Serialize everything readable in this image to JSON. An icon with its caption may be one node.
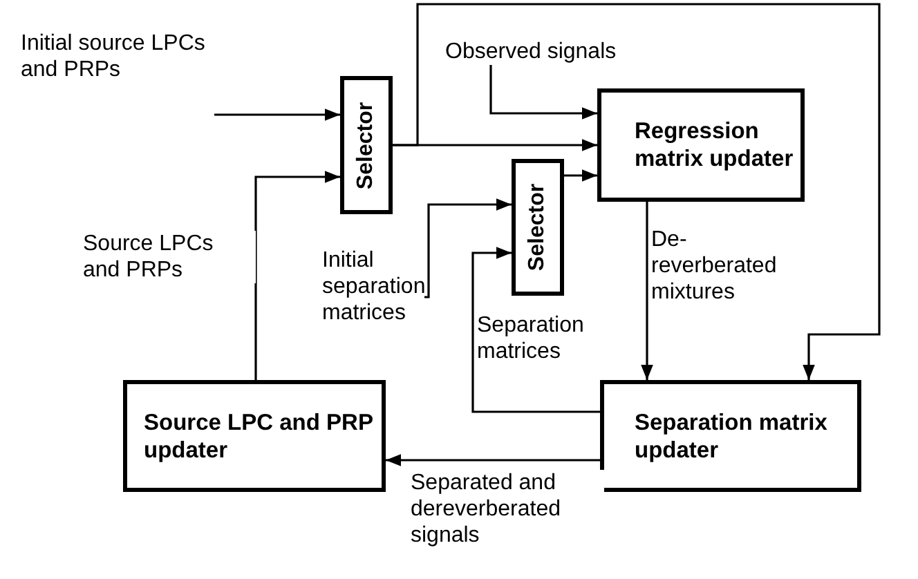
{
  "diagram": {
    "nodes": [
      {
        "text": [
          "Initial source LPCs and PRPs"
        ]
      },
      {
        "text": [
          "Selector"
        ]
      },
      {
        "text": [
          "Observed signals"
        ]
      },
      {
        "text": [
          "Regression matrix updater"
        ]
      },
      {
        "text": [
          "Initial separation matrices"
        ]
      },
      {
        "text": [
          "Selector"
        ]
      },
      {
        "text": [
          "Separation matrix updater"
        ]
      },
      {
        "text": [
          "Source LPC and PRP updater"
        ]
      }
    ],
    "edges": [
      {
        "from": 0,
        "to": 1,
        "arrow": "to"
      },
      {
        "from": 7,
        "to": 1,
        "arrow": "to",
        "label": "Source LPCs and PRPs"
      },
      {
        "from": 1,
        "to": 3,
        "arrow": "to"
      },
      {
        "from": 1,
        "to": 6,
        "arrow": "to"
      },
      {
        "from": 2,
        "to": 3,
        "arrow": "to"
      },
      {
        "from": 5,
        "to": 3,
        "arrow": "to"
      },
      {
        "from": 4,
        "to": 5,
        "arrow": "to"
      },
      {
        "from": 6,
        "to": 5,
        "arrow": "to",
        "label": "Separation matrices"
      },
      {
        "from": 3,
        "to": 6,
        "arrow": "to",
        "label": "De- reverberated mixtures"
      },
      {
        "from": 6,
        "to": 7,
        "arrow": "to",
        "label": "Separated and dereverberated signals"
      }
    ]
  }
}
